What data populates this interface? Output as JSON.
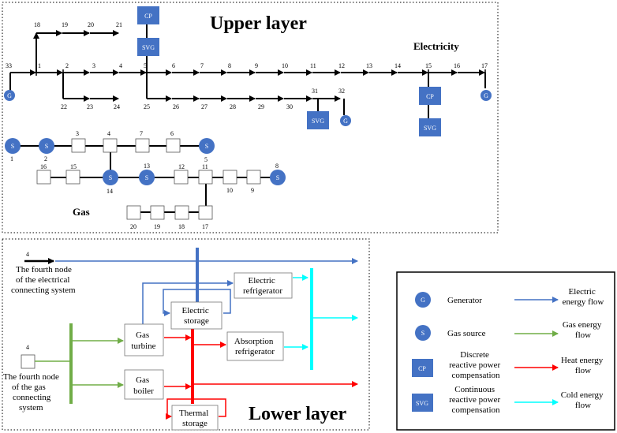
{
  "upper": {
    "title": "Upper layer",
    "electricity": "Electricity",
    "gas": "Gas",
    "enodes": [
      "33",
      "1",
      "2",
      "3",
      "4",
      "5",
      "6",
      "7",
      "8",
      "9",
      "10",
      "11",
      "12",
      "13",
      "14",
      "15",
      "16",
      "17",
      "18",
      "19",
      "20",
      "21",
      "22",
      "23",
      "24",
      "25",
      "26",
      "27",
      "28",
      "29",
      "30",
      "31",
      "32"
    ],
    "gnodes": [
      "1",
      "2",
      "3",
      "4",
      "5",
      "6",
      "7",
      "8",
      "9",
      "10",
      "11",
      "12",
      "13",
      "14",
      "15",
      "16",
      "17",
      "18",
      "19",
      "20"
    ],
    "gen_label": "G",
    "src_label": "S",
    "cp_label": "CP",
    "svg_label": "SVG"
  },
  "lower": {
    "title": "Lower layer",
    "node_num": "4",
    "elec_node_text": [
      "The fourth node",
      "of the electrical",
      "connecting system"
    ],
    "gas_node_text": [
      "The fourth node",
      "of the gas",
      "connecting",
      "system"
    ],
    "elec_refrig": [
      "Electric",
      "refrigerator"
    ],
    "elec_storage": [
      "Electric",
      "storage"
    ],
    "gas_turbine": [
      "Gas",
      "turbine"
    ],
    "abs_refrig": [
      "Absorption",
      "refrigerator"
    ],
    "gas_boiler": [
      "Gas",
      "boiler"
    ],
    "thermal_storage": [
      "Thermal",
      "storage"
    ]
  },
  "legend": {
    "items": [
      {
        "icon": "G",
        "label": [
          "Generator"
        ],
        "flow": [
          "Electric",
          "energy flow"
        ],
        "color": "#4472c4"
      },
      {
        "icon": "S",
        "label": [
          "Gas source"
        ],
        "flow": [
          "Gas energy",
          "flow"
        ],
        "color": "#70ad47"
      },
      {
        "icon": "CP",
        "label": [
          "Discrete",
          "reactive power",
          "compensation"
        ],
        "flow": [
          "Heat energy",
          "flow"
        ],
        "color": "#ff0000"
      },
      {
        "icon": "SVG",
        "label": [
          "Continuous",
          "reactive power",
          "compensation"
        ],
        "flow": [
          "Cold energy",
          "flow"
        ],
        "color": "#00ffff"
      }
    ]
  },
  "colors": {
    "node_blue": "#4472c4",
    "electric": "#4472c4",
    "gas": "#70ad47",
    "heat": "#ff0000",
    "cold": "#00ffff"
  }
}
